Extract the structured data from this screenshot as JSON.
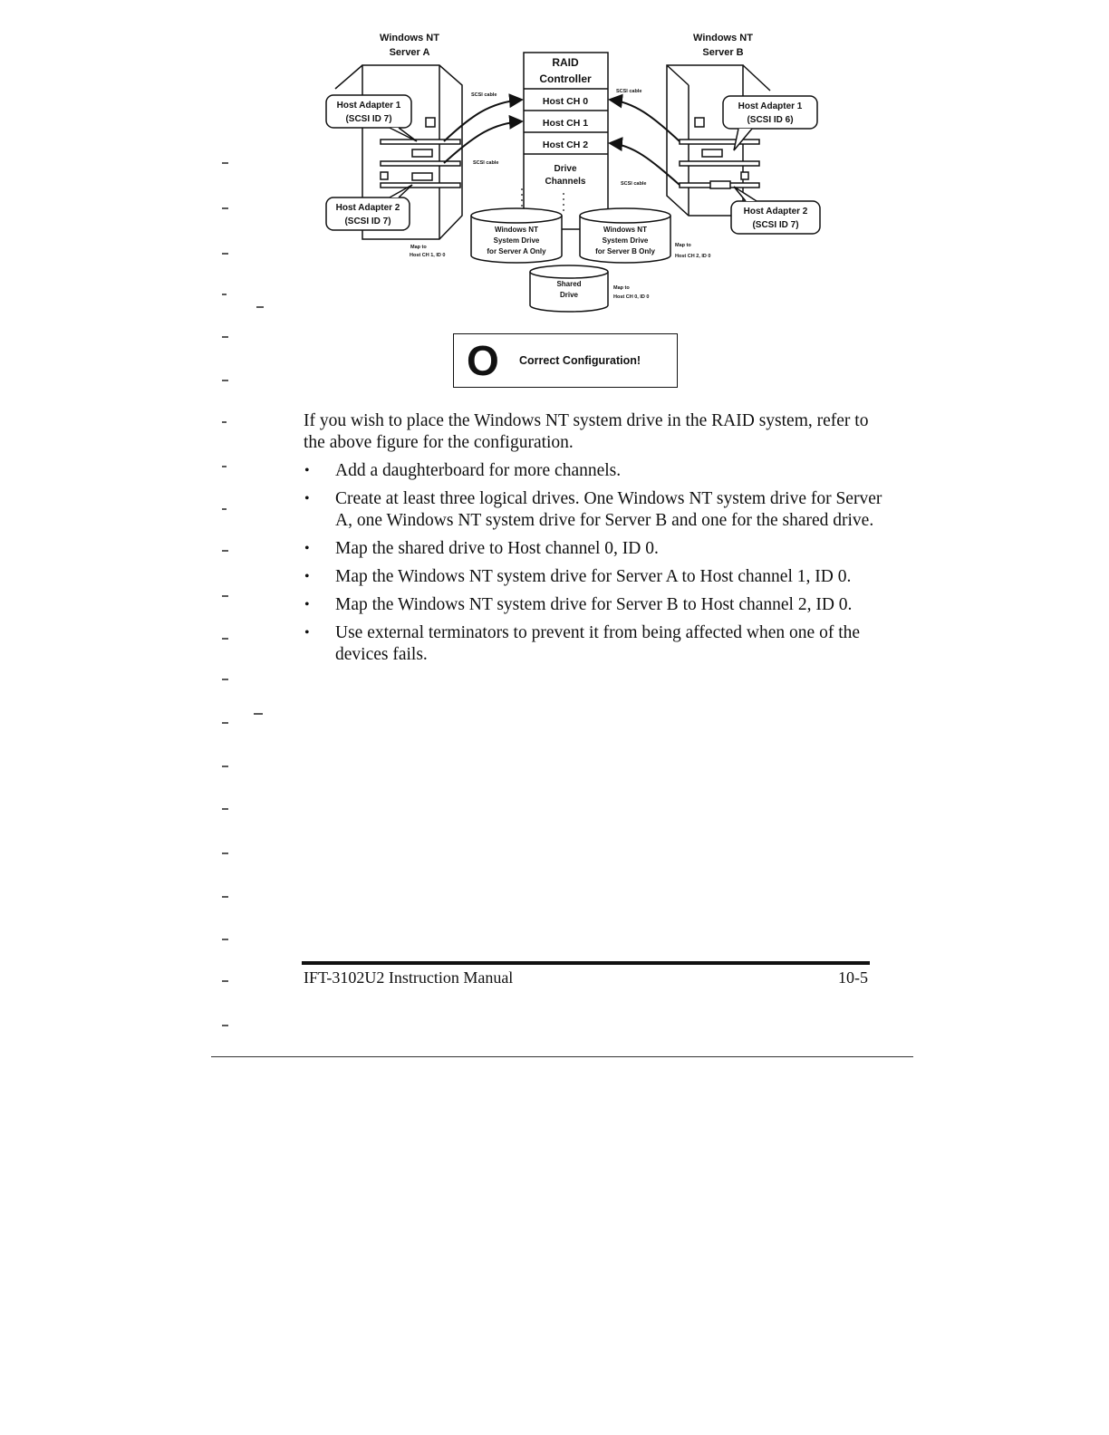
{
  "diagram": {
    "server_a_title": [
      "Windows NT",
      "Server A"
    ],
    "server_b_title": [
      "Windows NT",
      "Server B"
    ],
    "raid_title": [
      "RAID",
      "Controller"
    ],
    "host_channels": [
      "Host CH 0",
      "Host CH 1",
      "Host CH 2"
    ],
    "drive_channels": [
      "Drive",
      "Channels"
    ],
    "a_adapter1": [
      "Host Adapter 1",
      "(SCSI ID 7)"
    ],
    "a_adapter2": [
      "Host Adapter 2",
      "(SCSI ID 7)"
    ],
    "b_adapter1": [
      "Host Adapter 1",
      "(SCSI ID 6)"
    ],
    "b_adapter2": [
      "Host Adapter 2",
      "(SCSI ID 7)"
    ],
    "scsi_cable": "SCSI cable",
    "drive_a": [
      "Windows NT",
      "System Drive",
      "for Server A Only"
    ],
    "drive_b": [
      "Windows NT",
      "System Drive",
      "for Server B Only"
    ],
    "shared_drive": [
      "Shared",
      "Drive"
    ],
    "map_a": [
      "Map to",
      "Host CH 1, ID 0"
    ],
    "map_b": [
      "Map to",
      "Host CH 2, ID 0"
    ],
    "map_shared": [
      "Map to",
      "Host CH 0, ID 0"
    ]
  },
  "callout": {
    "symbol": "O",
    "text": "Correct Configuration!"
  },
  "intro": "If you wish to place the Windows NT system drive in the RAID system, refer to the above figure for the configuration.",
  "bullets": [
    "Add a daughterboard for more channels.",
    "Create at least three logical drives. One Windows NT system drive for Server A, one Windows NT system drive for Server B and one for the shared drive.",
    "Map the shared drive to Host channel 0, ID 0.",
    "Map the Windows NT system drive for Server A to Host channel 1, ID 0.",
    "Map the Windows NT system drive for Server B to Host channel 2, ID 0.",
    "Use external terminators to prevent it from being affected when one of the devices fails."
  ],
  "footer": {
    "manual": "IFT-3102U2 Instruction Manual",
    "page": "10-5"
  }
}
